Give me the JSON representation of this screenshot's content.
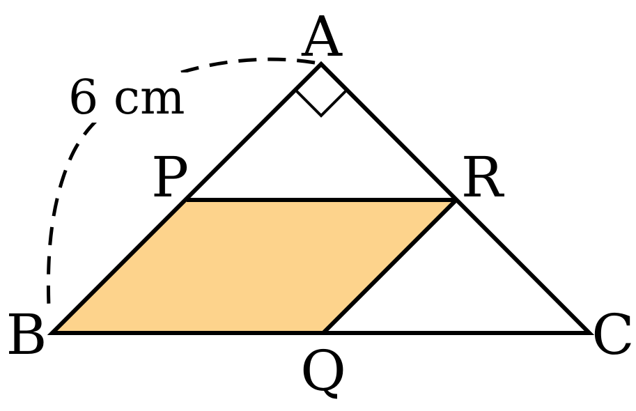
{
  "colors": {
    "stroke": "#000000",
    "fill_parallelogram": "#FDD38C",
    "background": "#FFFFFF"
  },
  "labels": {
    "A": "A",
    "B": "B",
    "C": "C",
    "P": "P",
    "Q": "Q",
    "R": "R"
  },
  "measurement": "6 cm",
  "right_angle_at": "A"
}
